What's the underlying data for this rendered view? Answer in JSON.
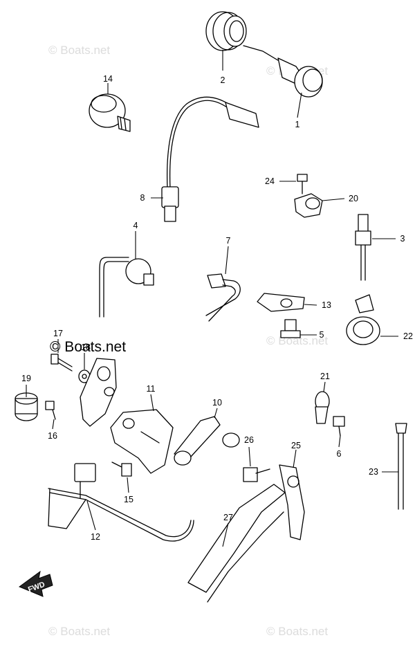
{
  "parts": [
    {
      "no": "1"
    },
    {
      "no": "2"
    },
    {
      "no": "3"
    },
    {
      "no": "4"
    },
    {
      "no": "5"
    },
    {
      "no": "6"
    },
    {
      "no": "7"
    },
    {
      "no": "8"
    },
    {
      "no": "10"
    },
    {
      "no": "11"
    },
    {
      "no": "12"
    },
    {
      "no": "13"
    },
    {
      "no": "14"
    },
    {
      "no": "15"
    },
    {
      "no": "16"
    },
    {
      "no": "17"
    },
    {
      "no": "18"
    },
    {
      "no": "19"
    },
    {
      "no": "20"
    },
    {
      "no": "21"
    },
    {
      "no": "22"
    },
    {
      "no": "23"
    },
    {
      "no": "24"
    },
    {
      "no": "25"
    },
    {
      "no": "26"
    },
    {
      "no": "27"
    }
  ],
  "watermark": {
    "text": "© Boats.net",
    "center_text": "© Boats.net"
  },
  "fwd_label": "FWD"
}
